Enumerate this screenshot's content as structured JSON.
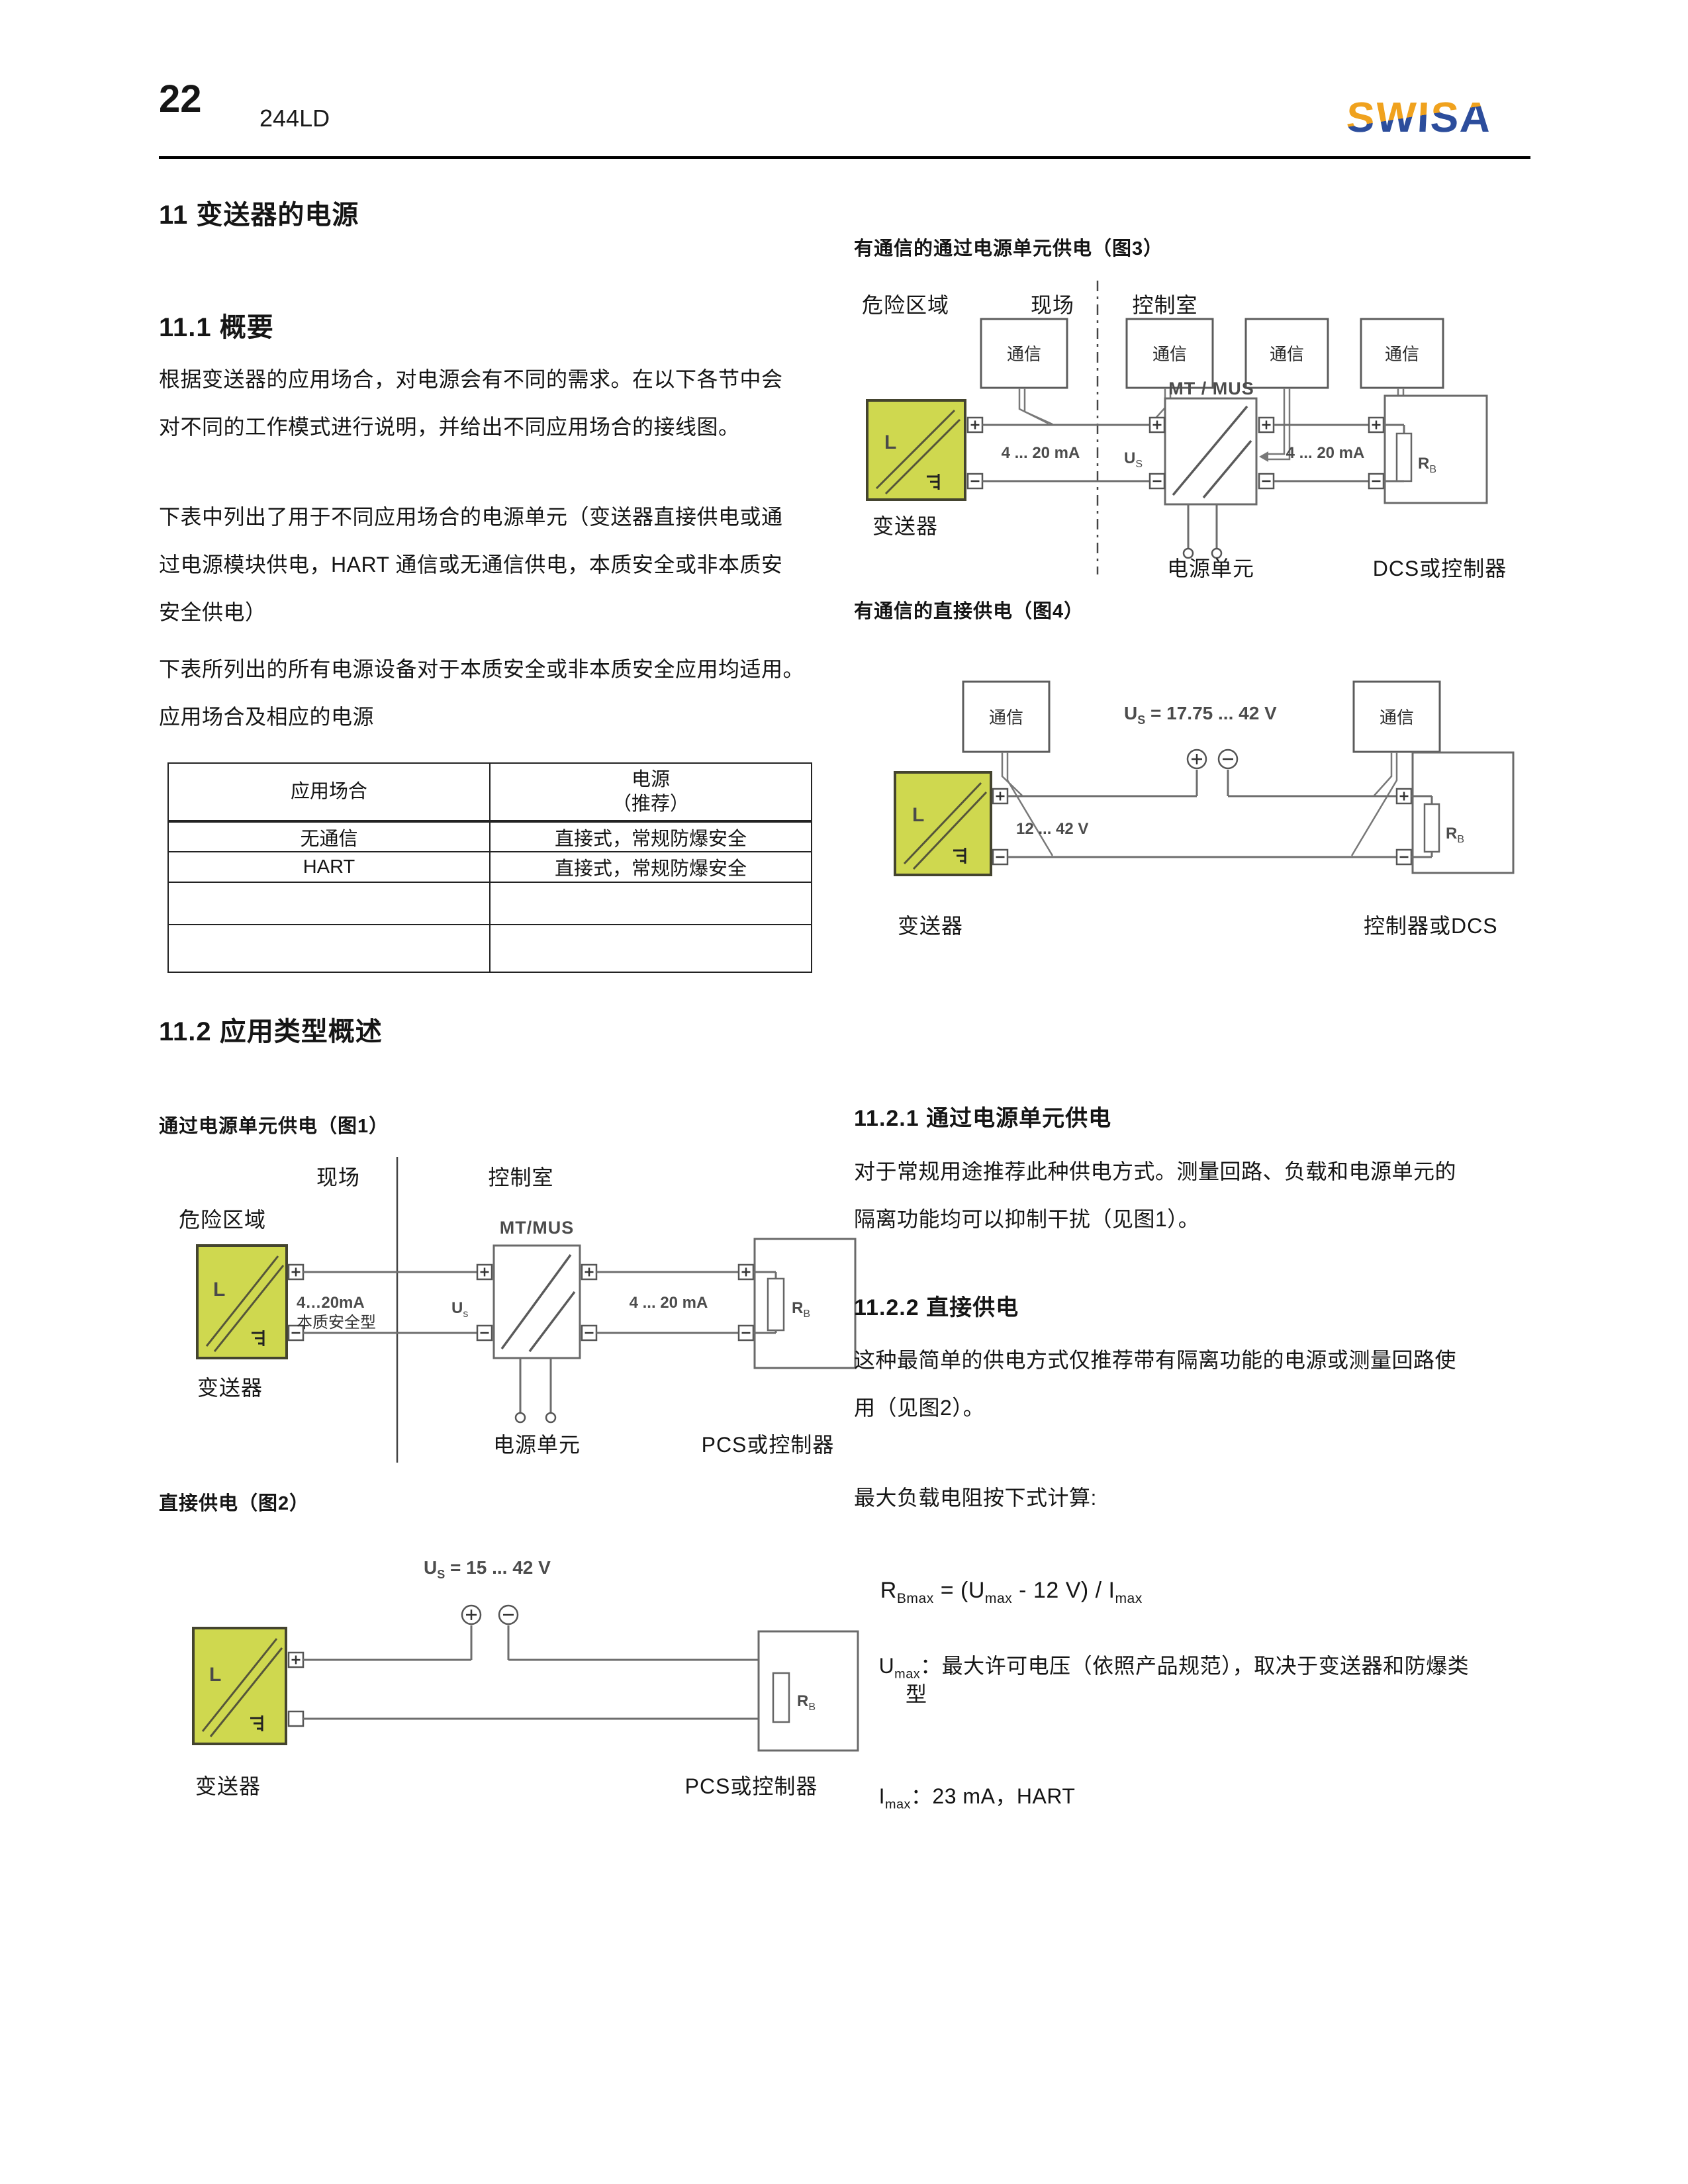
{
  "page": {
    "number": "22",
    "model": "244LD",
    "logo_text": "SWISA"
  },
  "colors": {
    "logo_orange": "#F0A21E",
    "logo_blue": "#2C4D9C",
    "transmitter_fill": "#CFD84F"
  },
  "s11": {
    "title": "11  变送器的电源"
  },
  "s11_1": {
    "title": "11.1  概要",
    "p1l1": "根据变送器的应用场合，对电源会有不同的需求。在以下各节中会",
    "p1l2": "对不同的工作模式进行说明，并给出不同应用场合的接线图。",
    "p2l1": "下表中列出了用于不同应用场合的电源单元（变送器直接供电或通",
    "p2l2": "过电源模块供电，HART 通信或无通信供电，本质安全或非本质安",
    "p2l3": "安全供电）",
    "p3l1": "下表所列出的所有电源设备对于本质安全或非本质安全应用均适用。",
    "p3l2": "应用场合及相应的电源"
  },
  "table": {
    "col1_header": "应用场合",
    "col2_header_line1": "电源",
    "col2_header_line2": "（推荐）",
    "rows": [
      {
        "application": "无通信",
        "power": "直接式，常规防爆安全"
      },
      {
        "application": "HART",
        "power": "直接式，常规防爆安全"
      },
      {
        "application": "",
        "power": ""
      },
      {
        "application": "",
        "power": ""
      }
    ]
  },
  "s11_2": {
    "title": "11.2  应用类型概述"
  },
  "fig1": {
    "caption": "通过电源单元供电（图1）",
    "hazardous_area": "危险区域",
    "field": "现场",
    "control_room": "控制室",
    "mt_mus": "MT/MUS",
    "l": "L",
    "current_left": "4…20mA",
    "intrinsic": "本质安全型",
    "us": "U",
    "us_sub": "s",
    "current_right": "4 ... 20 mA",
    "rb": "R",
    "rb_sub": "B",
    "transmitter": "变送器",
    "power_unit": "电源单元",
    "controller": "PCS或控制器"
  },
  "fig2": {
    "caption": "直接供电（图2）",
    "us": "U",
    "us_sub": "S",
    "us_eq": " = 15 ... 42 V",
    "l": "L",
    "rb": "R",
    "rb_sub": "B",
    "transmitter": "变送器",
    "controller": "PCS或控制器"
  },
  "fig3": {
    "caption": "有通信的通过电源单元供电（图3）",
    "hazardous_area": "危险区域",
    "field": "现场",
    "control_room": "控制室",
    "comm": "通信",
    "mt_mus": "MT / MUS",
    "current_left": "4 ... 20 mA",
    "us": "U",
    "us_sub": "S",
    "current_right": "4 ... 20 mA",
    "l": "L",
    "rb": "R",
    "rb_sub": "B",
    "transmitter": "变送器",
    "power_unit": "电源单元",
    "controller": "DCS或控制器"
  },
  "fig4": {
    "caption": "有通信的直接供电（图4）",
    "comm": "通信",
    "us": "U",
    "us_sub": "S",
    "us_eq": " = 17.75 ... 42 V",
    "range": "12 ... 42 V",
    "l": "L",
    "rb": "R",
    "rb_sub": "B",
    "transmitter": "变送器",
    "controller": "控制器或DCS"
  },
  "s11_2_1": {
    "title": "11.2.1  通过电源单元供电",
    "l1": "对于常规用途推荐此种供电方式。测量回路、负载和电源单元的",
    "l2": "隔离功能均可以抑制干扰（见图1）。"
  },
  "s11_2_2": {
    "title": "11.2.2  直接供电",
    "l1": "这种最简单的供电方式仅推荐带有隔离功能的电源或测量回路使",
    "l2": "用（见图2）。",
    "calc_intro": "最大负载电阻按下式计算:"
  },
  "formula": {
    "r": "R",
    "r_sub": "Bmax",
    "mid1": " = (",
    "u": "U",
    "u_sub": "max",
    "mid2": " - 12 V) / ",
    "i": "I",
    "i_sub": "max"
  },
  "umax_note": {
    "sym": "U",
    "sub": "max",
    "rest": "：最大许可电压（依照产品规范），取决于变送器和防爆类",
    "cont": "型"
  },
  "imax_note": {
    "sym": "I",
    "sub": "max",
    "rest": "：23 mA，HART"
  }
}
